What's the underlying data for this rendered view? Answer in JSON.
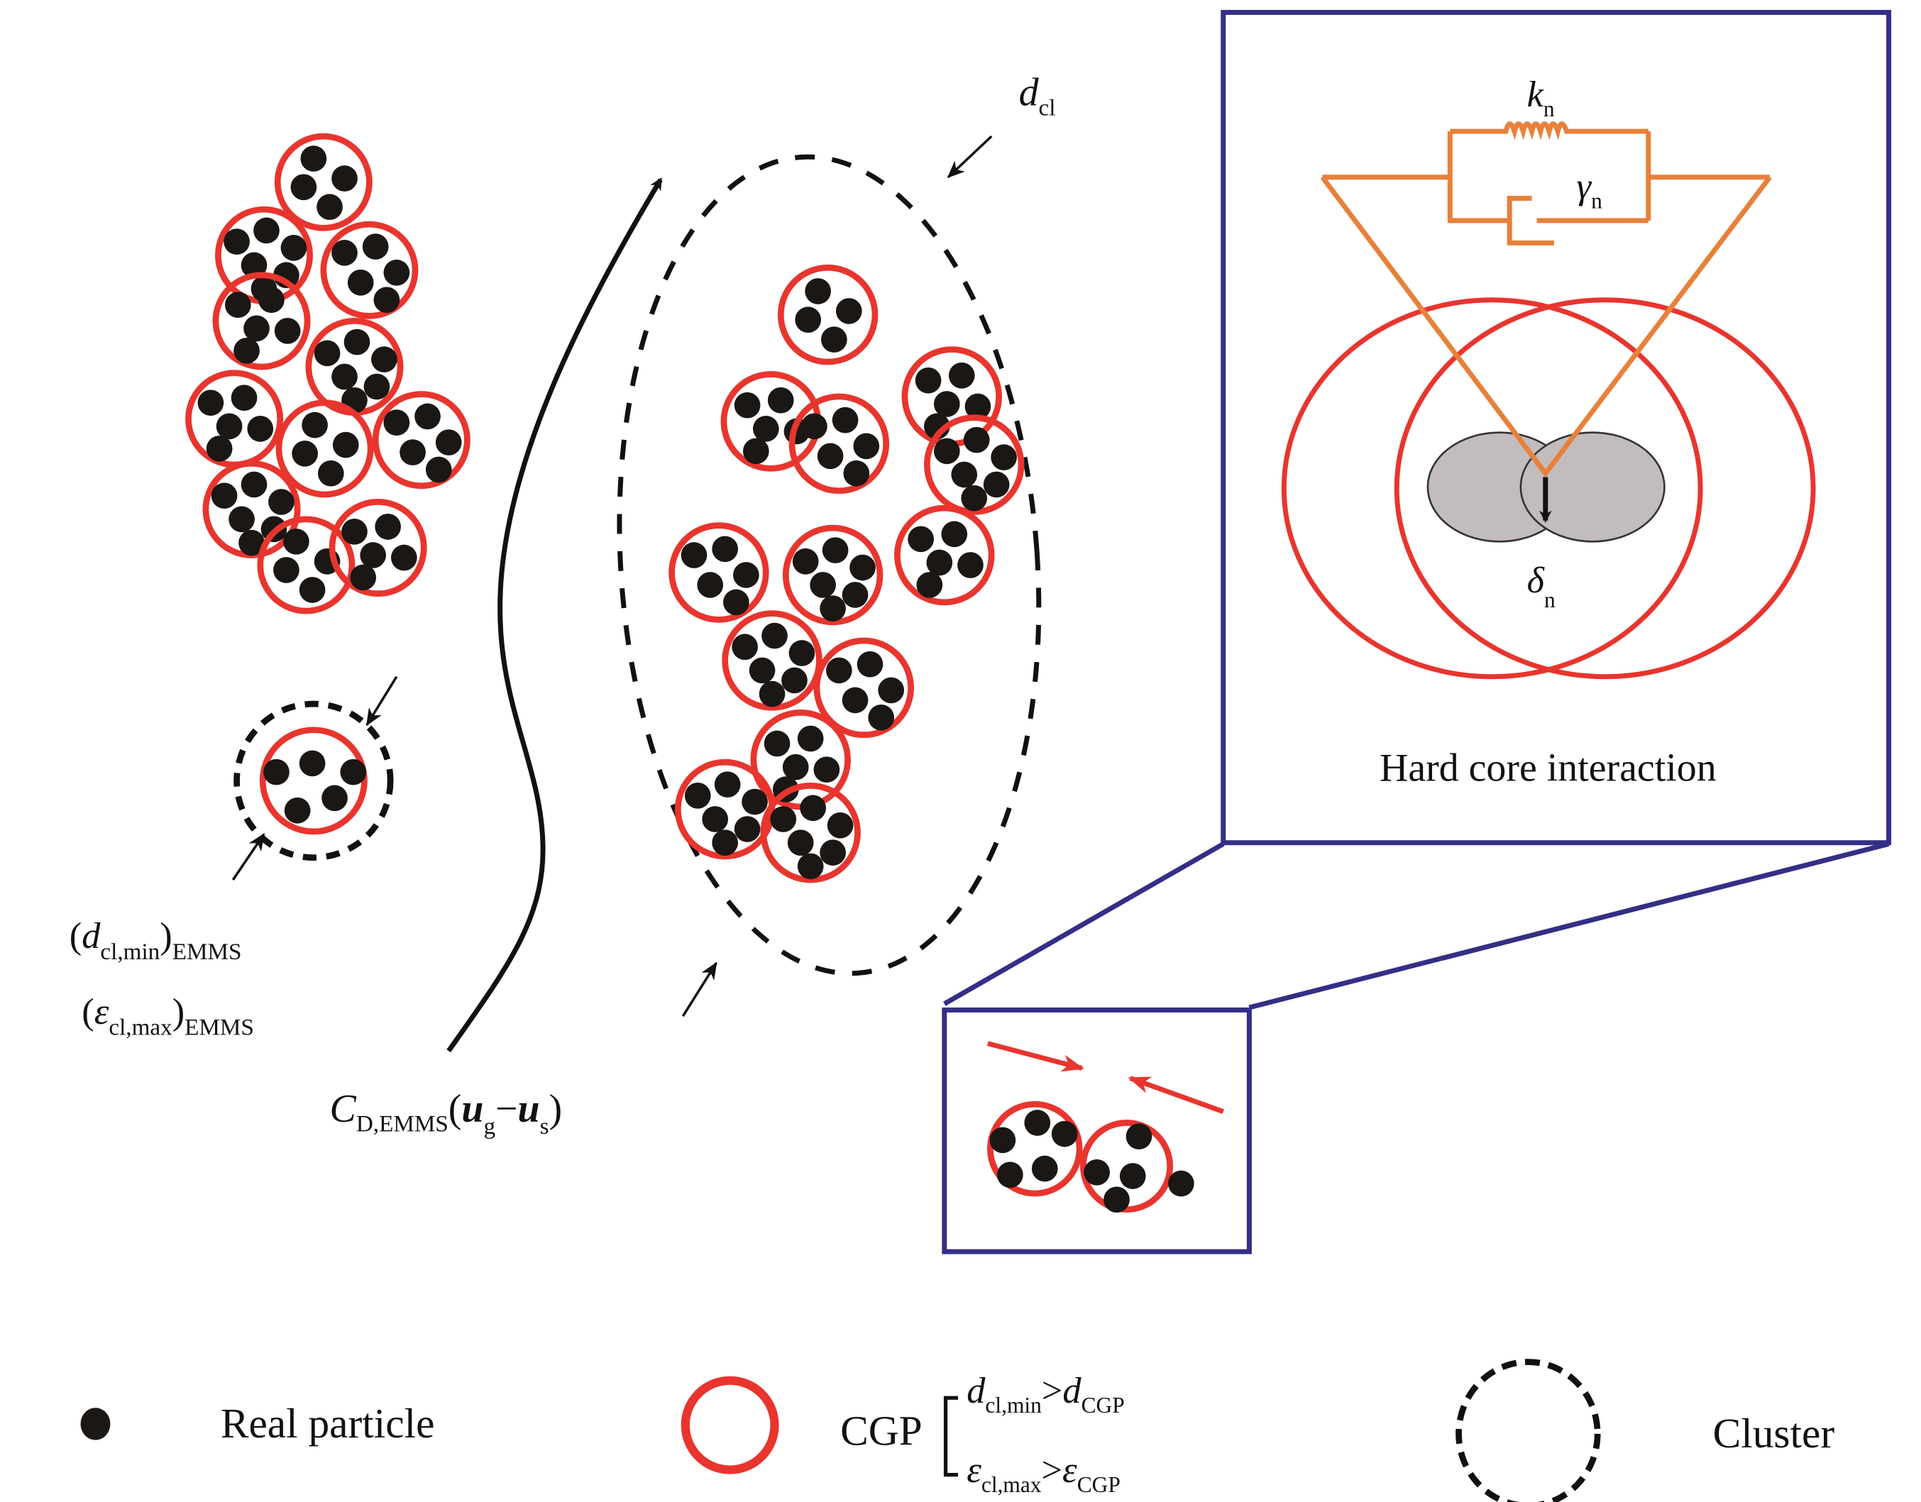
{
  "colors": {
    "cgp": "#e8352e",
    "particle": "#1a1714",
    "cluster": "#111111",
    "frame": "#332f86",
    "spring": "#e8803a",
    "core_fill": "#c2bcbc"
  },
  "labels": {
    "d_cl": {
      "main": "d",
      "sub": "cl"
    },
    "d_cl_min_emms": {
      "open": "(",
      "main": "d",
      "sub": "cl,min",
      "close": ")",
      "sub2": "EMMS"
    },
    "eps_cl_max_emms": {
      "open": "(",
      "main": "ε",
      "sub": "cl,max",
      "close": ")",
      "sub2": "EMMS"
    },
    "drag": {
      "main": "C",
      "sub": "D,EMMS",
      "open": "(",
      "u1": "u",
      "u1_sub": "g",
      "minus": "−",
      "u2": "u",
      "u2_sub": "s",
      "close": ")"
    }
  },
  "inset": {
    "title": "Hard core interaction",
    "k": {
      "main": "k",
      "sub": "n"
    },
    "gamma": {
      "main": "γ",
      "sub": "n"
    },
    "delta": {
      "main": "δ",
      "sub": "n"
    }
  },
  "legend": {
    "real_particle": "Real particle",
    "cgp": "CGP",
    "cond1": {
      "a": "d",
      "a_sub": "cl,min",
      "op": ">",
      "b": "d",
      "b_sub": "CGP"
    },
    "cond2": {
      "a": "ε",
      "a_sub": "cl,max",
      "op": ">",
      "b": "ε",
      "b_sub": "CGP"
    },
    "cluster": "Cluster"
  }
}
